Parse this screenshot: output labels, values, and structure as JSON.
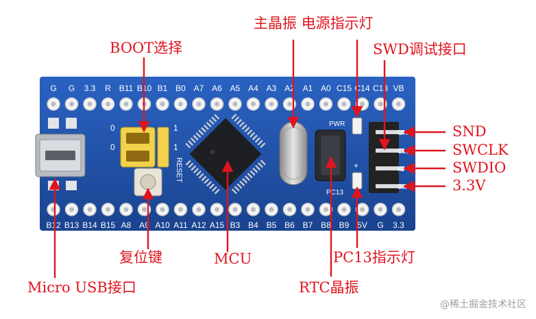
{
  "annotations": {
    "boot": "BOOT选择",
    "crystal_power": "主晶振 电源指示灯",
    "swd": "SWD调试接口",
    "snd": "SND",
    "swclk": "SWCLK",
    "swdio": "SWDIO",
    "v33": "3.3V",
    "reset": "复位键",
    "mcu": "MCU",
    "pc13": "PC13指示灯",
    "usb": "Micro USB接口",
    "rtc": "RTC晶振"
  },
  "board": {
    "top_pins": [
      "G",
      "G",
      "3.3",
      "R",
      "B11",
      "B10",
      "B1",
      "B0",
      "A7",
      "A6",
      "A5",
      "A4",
      "A3",
      "A2",
      "A1",
      "A0",
      "C15",
      "C14",
      "C13",
      "VB"
    ],
    "bottom_pins": [
      "B12",
      "B13",
      "B14",
      "B15",
      "A8",
      "A9",
      "A10",
      "A11",
      "A12",
      "A15",
      "B3",
      "B4",
      "B5",
      "B6",
      "B7",
      "B8",
      "B9",
      "5V",
      "G",
      "3.3"
    ],
    "silk_pwr": "PWR",
    "silk_pc13": "PC13",
    "silk_reset": "RESET",
    "silk_swd": [
      "GND",
      "CLK",
      "IO",
      "3.3"
    ],
    "jumper_marks": [
      "0",
      "0",
      "1",
      "1"
    ]
  },
  "watermark": "@稀土掘金技术社区",
  "colors": {
    "label": "#e0141e",
    "pcb": "#1e4fa8"
  }
}
